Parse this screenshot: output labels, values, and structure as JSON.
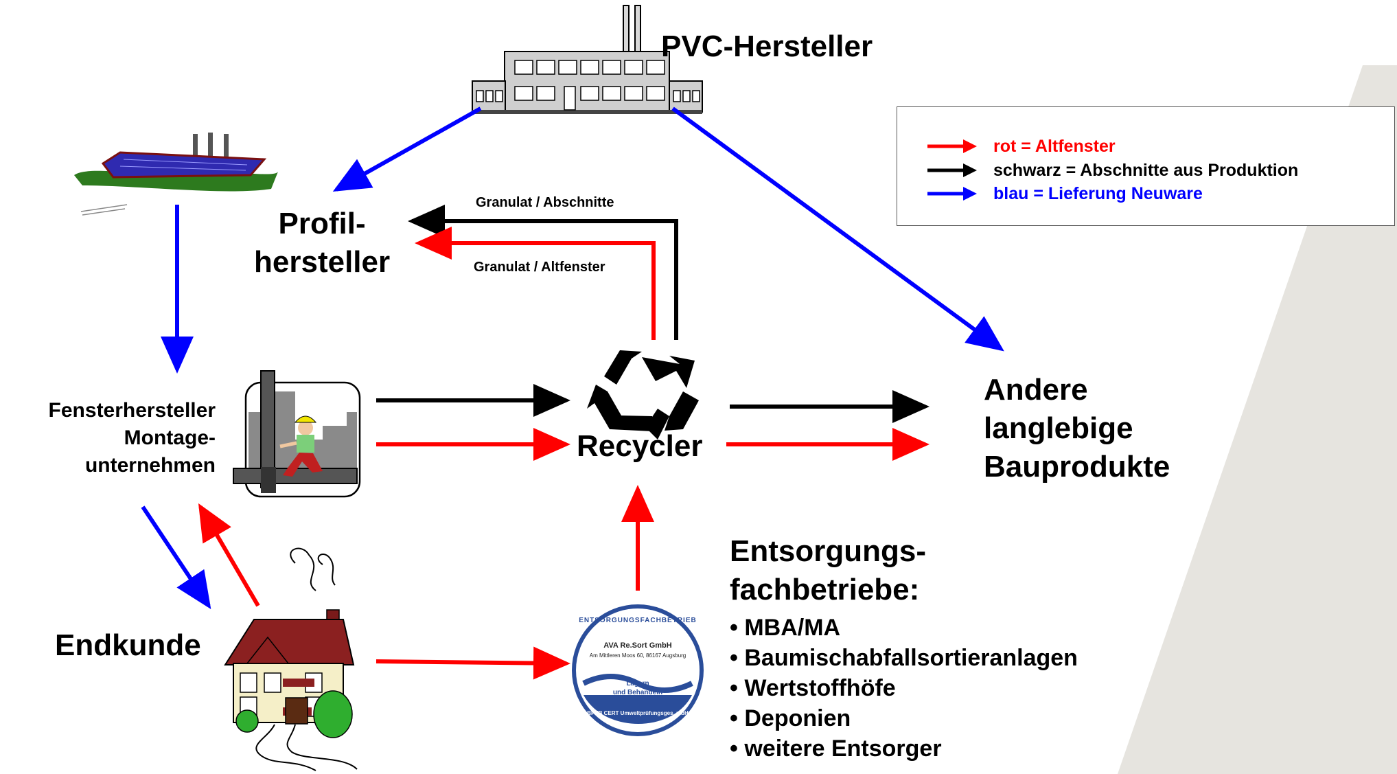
{
  "nodes": {
    "pvc": "PVC-Hersteller",
    "profil_line1": "Profil-",
    "profil_line2": "hersteller",
    "fenster_line1": "Fensterhersteller",
    "fenster_line2": "Montage-",
    "fenster_line3": "unternehmen",
    "recycler": "Recycler",
    "andere_line1": "Andere",
    "andere_line2": "langlebige",
    "andere_line3": "Bauprodukte",
    "endkunde": "Endkunde",
    "entsorgung_line1": "Entsorgungs-",
    "entsorgung_line2": "fachbetriebe:"
  },
  "entsorgung_items": [
    "• MBA/MA",
    "• Baumischabfallsortieranlagen",
    "• Wertstoffhöfe",
    "• Deponien",
    "• weitere Entsorger"
  ],
  "edge_labels": {
    "granulat_abschnitte": "Granulat / Abschnitte",
    "granulat_altfenster": "Granulat / Altfenster"
  },
  "legend": [
    {
      "text": "rot = Altfenster",
      "color": "#ff0000"
    },
    {
      "text": "schwarz = Abschnitte aus Produktion",
      "color": "#000000"
    },
    {
      "text": "blau = Lieferung Neuware",
      "color": "#0000ff"
    }
  ],
  "seal": {
    "arc_text": "ENTSORGUNGSFACHBETRIEB",
    "company": "AVA Re.Sort GmbH",
    "address": "Am Mittleren Moos 60, 86167 Augsburg",
    "inner_line1": "Lagern",
    "inner_line2": "und Behandeln",
    "bottom_arc": "BFUB CERT Umweltprüfungsges. mbH"
  },
  "colors": {
    "red": "#ff0000",
    "black": "#000000",
    "blue": "#0000ff",
    "seal_blue": "#2a4d9a",
    "shade": "#e6e4df"
  }
}
